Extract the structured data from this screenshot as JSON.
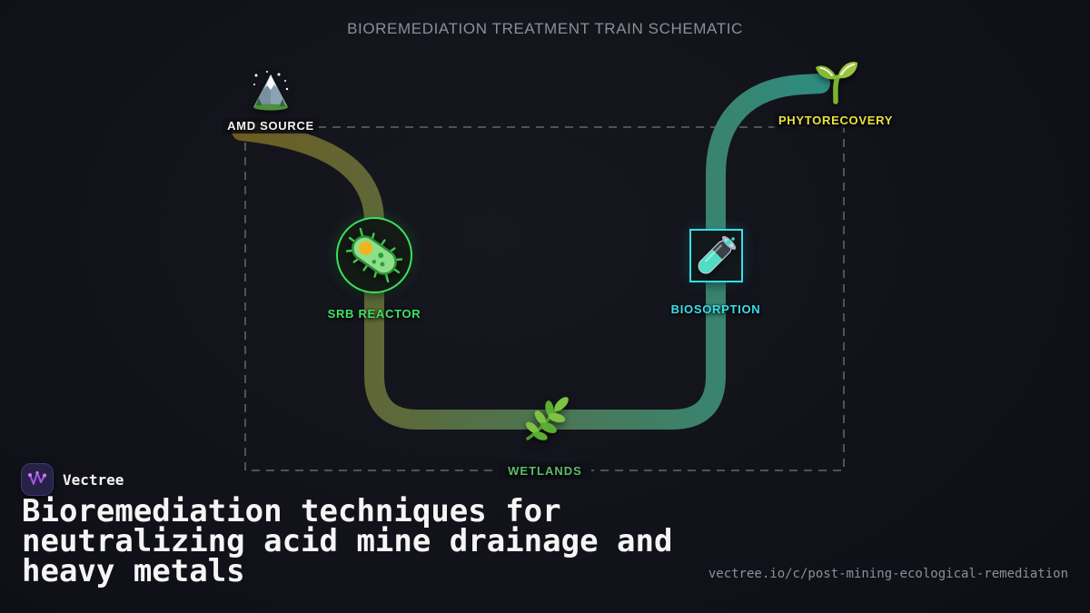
{
  "header": {
    "title": "BIOREMEDIATION TREATMENT TRAIN SCHEMATIC"
  },
  "diagram": {
    "nodes": [
      {
        "id": "amd-source",
        "label": "AMD SOURCE",
        "icon": "mountain-icon",
        "label_color": "#f2f2f2"
      },
      {
        "id": "srb-reactor",
        "label": "SRB REACTOR",
        "icon": "microbe-icon",
        "label_color": "#3fe263"
      },
      {
        "id": "wetlands",
        "label": "WETLANDS",
        "icon": "herb-icon",
        "label_color": "#5cbd66"
      },
      {
        "id": "biosorption",
        "label": "BIOSORPTION",
        "icon": "test-tube-icon",
        "label_color": "#39dfe9"
      },
      {
        "id": "phytorecovery",
        "label": "PHYTORECOVERY",
        "icon": "seedling-icon",
        "label_color": "#e9e33b"
      }
    ],
    "flow": {
      "gradient_start": "#6e5c20",
      "gradient_end": "#2e8c80"
    },
    "boundary_color": "#50525a"
  },
  "footer": {
    "brand_name": "Vectree",
    "headline": "Bioremediation techniques for neutralizing acid mine drainage and heavy metals",
    "url": "vectree.io/c/post-mining-ecological-remediation"
  }
}
